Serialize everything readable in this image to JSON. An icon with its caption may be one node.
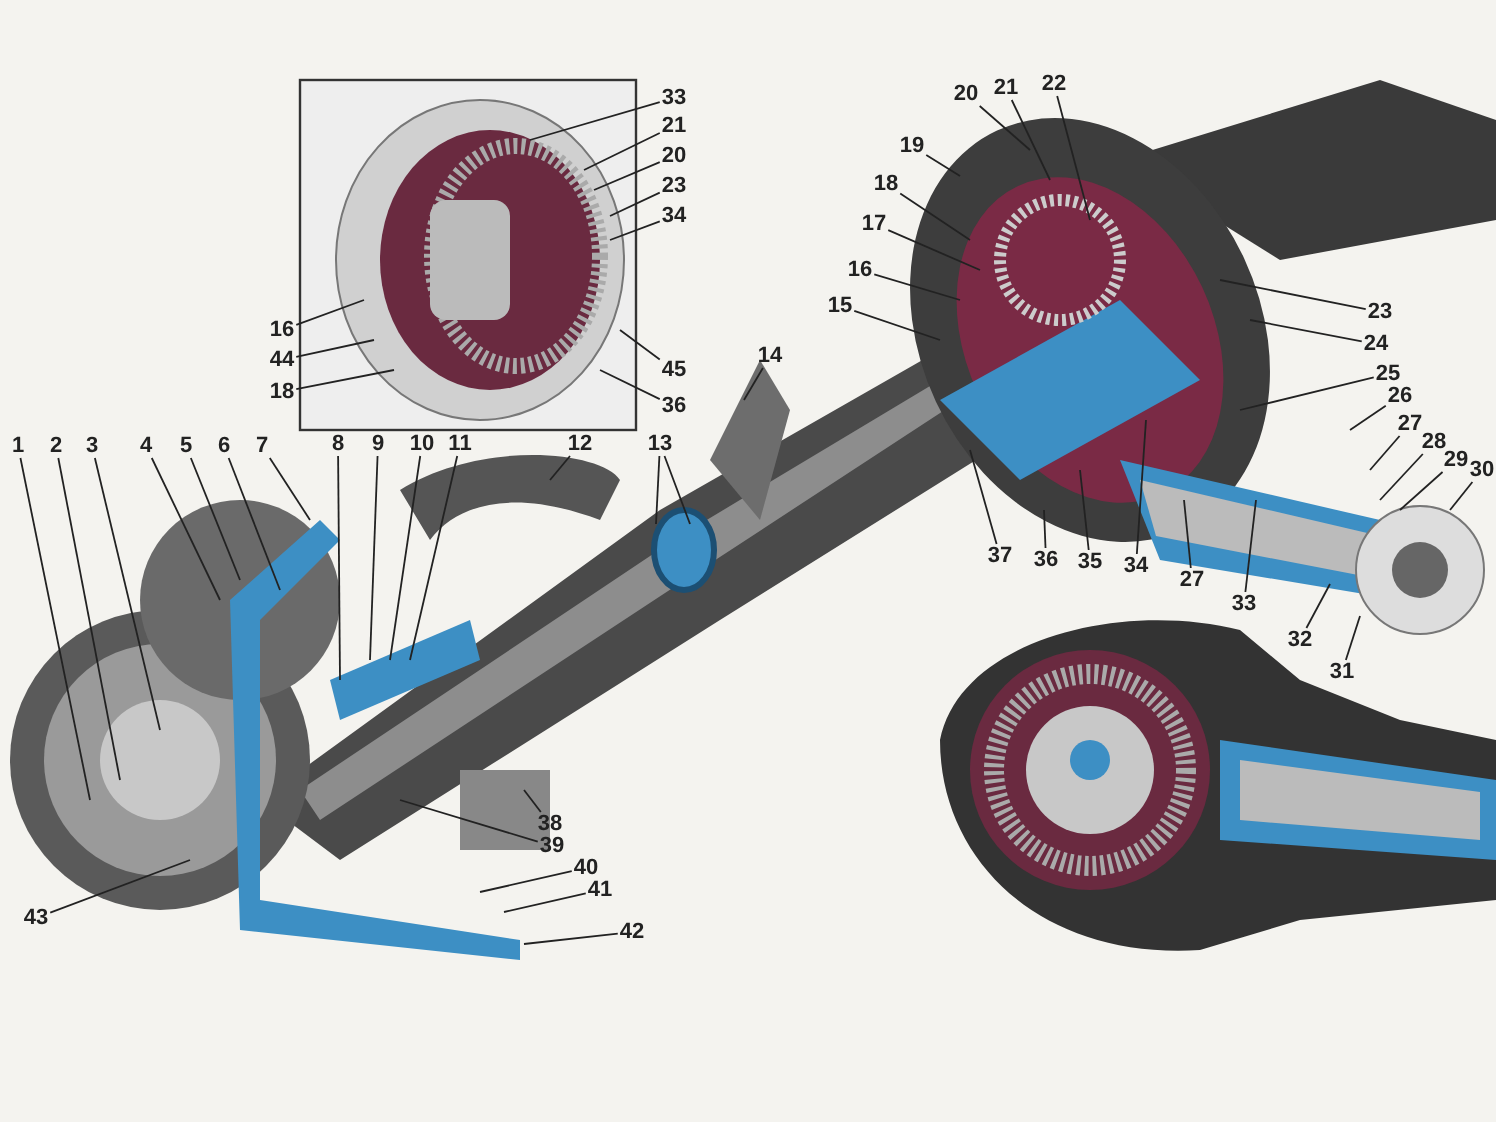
{
  "diagram": {
    "nodes": [
      {
        "text": [
          "33"
        ]
      },
      {
        "text": [
          "21"
        ]
      },
      {
        "text": [
          "20"
        ]
      },
      {
        "text": [
          "23"
        ]
      },
      {
        "text": [
          "34"
        ]
      },
      {
        "text": [
          "16"
        ]
      },
      {
        "text": [
          "44"
        ]
      },
      {
        "text": [
          "18"
        ]
      },
      {
        "text": [
          "45"
        ]
      },
      {
        "text": [
          "36"
        ]
      },
      {
        "text": [
          "20"
        ]
      },
      {
        "text": [
          "21"
        ]
      },
      {
        "text": [
          "22"
        ]
      },
      {
        "text": [
          "19"
        ]
      },
      {
        "text": [
          "18"
        ]
      },
      {
        "text": [
          "17"
        ]
      },
      {
        "text": [
          "16"
        ]
      },
      {
        "text": [
          "15"
        ]
      },
      {
        "text": [
          "14"
        ]
      },
      {
        "text": [
          "1"
        ]
      },
      {
        "text": [
          "2"
        ]
      },
      {
        "text": [
          "3"
        ]
      },
      {
        "text": [
          "4"
        ]
      },
      {
        "text": [
          "5"
        ]
      },
      {
        "text": [
          "6"
        ]
      },
      {
        "text": [
          "7"
        ]
      },
      {
        "text": [
          "8"
        ]
      },
      {
        "text": [
          "9"
        ]
      },
      {
        "text": [
          "10"
        ]
      },
      {
        "text": [
          "11"
        ]
      },
      {
        "text": [
          "12"
        ]
      },
      {
        "text": [
          "13"
        ]
      },
      {
        "text": [
          "23"
        ]
      },
      {
        "text": [
          "24"
        ]
      },
      {
        "text": [
          "25"
        ]
      },
      {
        "text": [
          "26"
        ]
      },
      {
        "text": [
          "27"
        ]
      },
      {
        "text": [
          "28"
        ]
      },
      {
        "text": [
          "29"
        ]
      },
      {
        "text": [
          "30"
        ]
      },
      {
        "text": [
          "37"
        ]
      },
      {
        "text": [
          "36"
        ]
      },
      {
        "text": [
          "35"
        ]
      },
      {
        "text": [
          "34"
        ]
      },
      {
        "text": [
          "27"
        ]
      },
      {
        "text": [
          "33"
        ]
      },
      {
        "text": [
          "32"
        ]
      },
      {
        "text": [
          "31"
        ]
      },
      {
        "text": [
          "38"
        ]
      },
      {
        "text": [
          "39"
        ]
      },
      {
        "text": [
          "40"
        ]
      },
      {
        "text": [
          "41"
        ]
      },
      {
        "text": [
          "42"
        ]
      },
      {
        "text": [
          "43"
        ]
      }
    ],
    "edges": [
      {
        "from": 0,
        "to": null,
        "arrow": "none"
      },
      {
        "from": 1,
        "to": null,
        "arrow": "none"
      },
      {
        "from": 2,
        "to": null,
        "arrow": "none"
      },
      {
        "from": 3,
        "to": null,
        "arrow": "none"
      },
      {
        "from": 4,
        "to": null,
        "arrow": "none"
      },
      {
        "from": 5,
        "to": null,
        "arrow": "none"
      },
      {
        "from": 6,
        "to": null,
        "arrow": "none"
      },
      {
        "from": 7,
        "to": null,
        "arrow": "none"
      },
      {
        "from": 8,
        "to": null,
        "arrow": "none"
      },
      {
        "from": 9,
        "to": null,
        "arrow": "none"
      },
      {
        "from": 10,
        "to": null,
        "arrow": "none"
      },
      {
        "from": 11,
        "to": null,
        "arrow": "none"
      },
      {
        "from": 12,
        "to": null,
        "arrow": "none"
      },
      {
        "from": 13,
        "to": null,
        "arrow": "none"
      },
      {
        "from": 14,
        "to": null,
        "arrow": "none"
      },
      {
        "from": 15,
        "to": null,
        "arrow": "none"
      },
      {
        "from": 16,
        "to": null,
        "arrow": "none"
      },
      {
        "from": 17,
        "to": null,
        "arrow": "none"
      },
      {
        "from": 18,
        "to": null,
        "arrow": "none"
      },
      {
        "from": 19,
        "to": null,
        "arrow": "none"
      },
      {
        "from": 20,
        "to": null,
        "arrow": "none"
      },
      {
        "from": 21,
        "to": null,
        "arrow": "none"
      },
      {
        "from": 22,
        "to": null,
        "arrow": "none"
      },
      {
        "from": 23,
        "to": null,
        "arrow": "none"
      },
      {
        "from": 24,
        "to": null,
        "arrow": "none"
      },
      {
        "from": 25,
        "to": null,
        "arrow": "none"
      },
      {
        "from": 26,
        "to": null,
        "arrow": "none"
      },
      {
        "from": 27,
        "to": null,
        "arrow": "none"
      },
      {
        "from": 28,
        "to": null,
        "arrow": "none"
      },
      {
        "from": 29,
        "to": null,
        "arrow": "none"
      },
      {
        "from": 30,
        "to": null,
        "arrow": "none"
      },
      {
        "from": 31,
        "to": null,
        "arrow": "none"
      },
      {
        "from": 31,
        "to": null,
        "arrow": "none"
      },
      {
        "from": 32,
        "to": null,
        "arrow": "none"
      },
      {
        "from": 33,
        "to": null,
        "arrow": "none"
      },
      {
        "from": 34,
        "to": null,
        "arrow": "none"
      },
      {
        "from": 35,
        "to": null,
        "arrow": "none"
      },
      {
        "from": 36,
        "to": null,
        "arrow": "none"
      },
      {
        "from": 37,
        "to": null,
        "arrow": "none"
      },
      {
        "from": 38,
        "to": null,
        "arrow": "none"
      },
      {
        "from": 39,
        "to": null,
        "arrow": "none"
      },
      {
        "from": 40,
        "to": null,
        "arrow": "none"
      },
      {
        "from": 41,
        "to": null,
        "arrow": "none"
      },
      {
        "from": 42,
        "to": null,
        "arrow": "none"
      },
      {
        "from": 43,
        "to": null,
        "arrow": "none"
      },
      {
        "from": 44,
        "to": null,
        "arrow": "none"
      },
      {
        "from": 45,
        "to": null,
        "arrow": "none"
      },
      {
        "from": 46,
        "to": null,
        "arrow": "none"
      },
      {
        "from": 47,
        "to": null,
        "arrow": "none"
      },
      {
        "from": 48,
        "to": null,
        "arrow": "none"
      },
      {
        "from": 49,
        "to": null,
        "arrow": "none"
      },
      {
        "from": 50,
        "to": null,
        "arrow": "none"
      },
      {
        "from": 51,
        "to": null,
        "arrow": "none"
      },
      {
        "from": 52,
        "to": null,
        "arrow": "none"
      },
      {
        "from": 53,
        "to": null,
        "arrow": "none"
      }
    ]
  }
}
